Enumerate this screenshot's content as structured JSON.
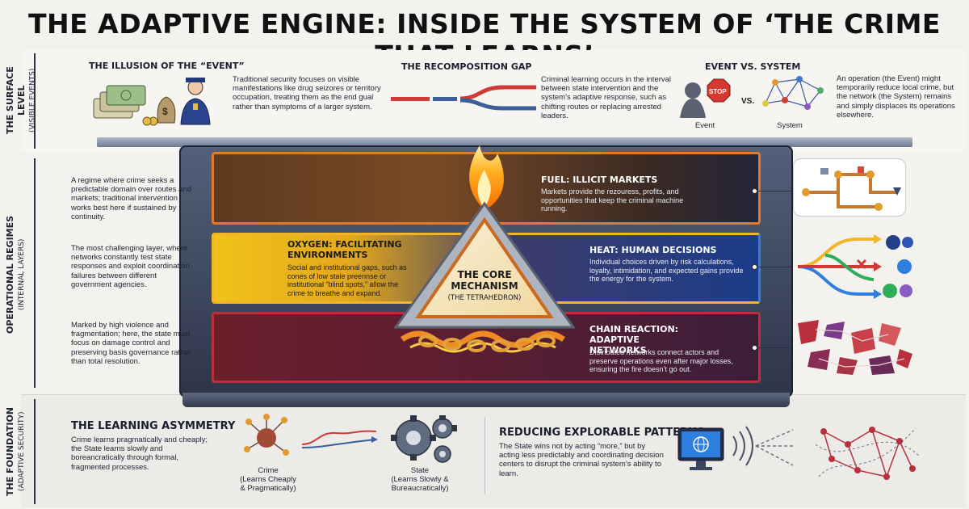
{
  "title": "THE ADAPTIVE ENGINE: INSIDE THE SYSTEM OF ‘THE CRIME THAT LEARNS’",
  "sections": {
    "surface": {
      "label": "THE SURFACE LEVEL",
      "sub": "(VISIBLE EVENTS)"
    },
    "regimes": {
      "label": "OPERATIONAL REGIMES",
      "sub": "(INTERNAL LAYERS)"
    },
    "foundation": {
      "label": "THE FOUNDATION",
      "sub": "(ADAPTIVE SECURITY)"
    }
  },
  "surface": {
    "illusion": {
      "heading": "THE ILLUSION OF THE “EVENT”",
      "text": "Traditional security focuses on visible manifestations like drug seizores or territory occupation, treating them as the end gual rather than symptoms of a larger system."
    },
    "gap": {
      "heading": "THE RECOMPOSITION GAP",
      "text": "Criminal learning occurs in the interval between state intervention and the system’s adaptive response, such as chifting routes or replacing arrested leaders."
    },
    "event_system": {
      "heading": "EVENT VS. SYSTEM",
      "stop_sign": "STOP",
      "vs": "VS.",
      "event_caption": "Event",
      "system_caption": "System",
      "text": "An operation (the Event) might temporarily reduce local crime, but the network (the System) remains and simply displaces its operations elsewhere."
    }
  },
  "regimes": [
    {
      "text": "A regime where crime seeks a predictable domain over routes and markets; traditional intervention works best here if sustained by continuity."
    },
    {
      "text": "The most challenging layer, where networks constantly test state responses and exploit coordination failures between different government agencies."
    },
    {
      "text": "Marked by high violence and fragmentation; here, the state must focus on damage control and preserving basis governance rather than total resolution."
    }
  ],
  "engine": {
    "fuel": {
      "heading": "FUEL: ILLICIT MARKETS",
      "text": "Markets provide the rezouress, profits, and opportunities that keep the criminal machine running."
    },
    "oxygen": {
      "heading": "OXYGEN: FACILITATING ENVIRONMENTS",
      "text": "Social and institutional gaps, such as cones of low stale preennse or institutional “blind spots,” allow the crime to breathe and expand."
    },
    "heat": {
      "heading": "HEAT: HUMAN DECISIONS",
      "text": "Individual choices driven by risk calculations, loyalty, intimidation, and expected gains provide the energy for the system."
    },
    "chain": {
      "heading": "CHAIN REACTION: ADAPTIVE NETWORKS",
      "text": "Distributed networks connect actors and preserve operations even after major losses, ensuring the fire doesn’t go out."
    },
    "core": {
      "line1": "THE CORE",
      "line2": "MECHANISM",
      "sub": "(THE TETRAHEDRON)"
    }
  },
  "foundation": {
    "asymmetry": {
      "heading": "THE LEARNING ASYMMETRY",
      "text": "Crime learns pragmatically and cheaply; the State learns slowly and boreancratically through formal, fragmented processes.",
      "crime_caption": [
        "Crime",
        "(Learns Cheaply",
        "& Pragmatically)"
      ],
      "state_caption": [
        "State",
        "(Learns Slowly &",
        "Bureaucratically)"
      ]
    },
    "reducing": {
      "heading": "REDUCING EXPLORABLE PATTERNS",
      "text": "The State wins not by acting “more,” but by acting less predictably and coordinating decision centers to disrupt the criminal system’s ability to learn."
    }
  },
  "colors": {
    "fuel": "#e07a2a",
    "oxygen": "#f0b528",
    "heat": "#2f7fe0",
    "chain": "#b9303c",
    "navy": "#273149"
  }
}
